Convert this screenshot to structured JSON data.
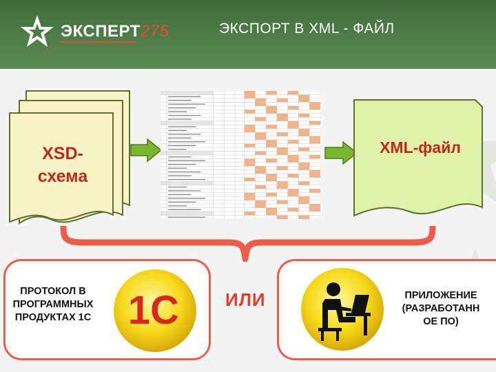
{
  "header": {
    "logo_text": "ЭКСПЕРТ",
    "logo_number": "275",
    "title": "ЭКСПОРТ В XML - ФАЙЛ"
  },
  "diagram": {
    "xsd_label_line1": "XSD-",
    "xsd_label_line2": "схема",
    "xml_label": "XML-файл",
    "or_label": "ИЛИ"
  },
  "left_panel": {
    "line1": "ПРОТОКОЛ В",
    "line2": "ПРОГРАММНЫХ",
    "line3": "ПРОДУКТАХ 1С",
    "logo_text": "1С"
  },
  "right_panel": {
    "line1": "ПРИЛОЖЕНИЕ",
    "line2": "(РАЗРАБОТАНН",
    "line3": "ОЕ ПО)"
  },
  "colors": {
    "header_green": "#4c7a45",
    "accent_red": "#e63a2b",
    "document_fill": "#f7f3c6",
    "document_stroke": "#5c6e2a",
    "xml_doc_fill": "#dff2a8",
    "arrow_green": "#79b62e",
    "bracket_red": "#ef5b47",
    "table_orange": "#f4b183"
  }
}
